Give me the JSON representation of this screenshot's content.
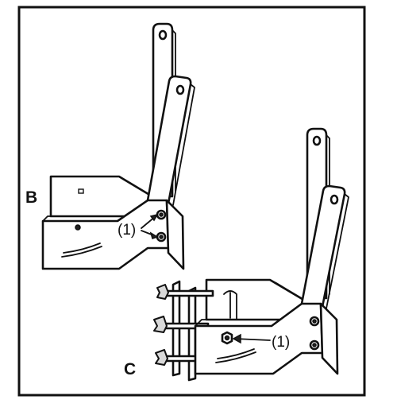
{
  "labels": {
    "view_b": "B",
    "view_c": "C",
    "callout_b": "(1)",
    "callout_c": "(1)"
  },
  "colors": {
    "ink": "#111111",
    "paper": "#ffffff",
    "shade": "#d9d9d9"
  }
}
